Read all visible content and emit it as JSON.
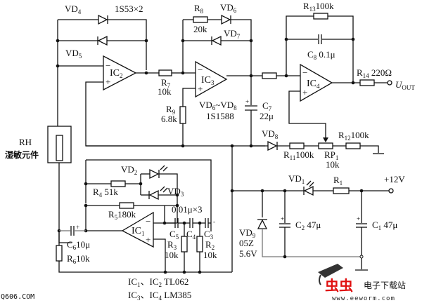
{
  "diagram": {
    "title": "Humidity sensor circuit",
    "components": {
      "vd4": {
        "name": "VD",
        "sub": "4",
        "value": "1S53×2"
      },
      "vd5": {
        "name": "VD",
        "sub": "5"
      },
      "ic2": {
        "name": "IC",
        "sub": "2"
      },
      "r7": {
        "name": "R",
        "sub": "7",
        "value": "10k"
      },
      "r8": {
        "name": "R",
        "sub": "8",
        "value": "20k"
      },
      "vd6": {
        "name": "VD",
        "sub": "6"
      },
      "vd7": {
        "name": "VD",
        "sub": "7"
      },
      "ic3": {
        "name": "IC",
        "sub": "3"
      },
      "r9": {
        "name": "R",
        "sub": "9",
        "value": "6.8k"
      },
      "vd_range": {
        "a": "VD",
        "a_sub": "6",
        "sep": "~VD",
        "b_sub": "8",
        "part": "1S1588"
      },
      "c7": {
        "name": "C",
        "sub": "7",
        "value": "22μ"
      },
      "r13": {
        "name": "R",
        "sub": "13",
        "value": "100k"
      },
      "c8": {
        "name": "C",
        "sub": "8",
        "value": "0.1μ"
      },
      "ic4": {
        "name": "IC",
        "sub": "4"
      },
      "r14": {
        "name": "R",
        "sub": "14",
        "value": "220Ω"
      },
      "uout": {
        "name": "U",
        "sub": "OUT"
      },
      "vd8": {
        "name": "VD",
        "sub": "8"
      },
      "r11": {
        "name": "R",
        "sub": "11",
        "value": "100k"
      },
      "rp1": {
        "name": "RP",
        "sub": "1",
        "value": "10k"
      },
      "r12": {
        "name": "R",
        "sub": "12",
        "value": "100k"
      },
      "rh": {
        "name": "RH",
        "desc": "湿敏元件"
      },
      "vd2": {
        "name": "VD",
        "sub": "2"
      },
      "vd3": {
        "name": "VD",
        "sub": "3"
      },
      "r4": {
        "name": "R",
        "sub": "4",
        "value": "51k"
      },
      "r5": {
        "name": "R",
        "sub": "5",
        "value": "180k"
      },
      "caps": {
        "value": "0.01μ×3"
      },
      "ic1": {
        "name": "IC",
        "sub": "1"
      },
      "c5": {
        "name": "C",
        "sub": "5"
      },
      "c4": {
        "name": "C",
        "sub": "4"
      },
      "c3": {
        "name": "C",
        "sub": "3"
      },
      "r3": {
        "name": "R",
        "sub": "3",
        "value": "10k"
      },
      "r2": {
        "name": "R",
        "sub": "2",
        "value": "10k"
      },
      "c6": {
        "name": "C",
        "sub": "6",
        "value": "10μ"
      },
      "r6": {
        "name": "R",
        "sub": "6",
        "value": "10k"
      },
      "vd1": {
        "name": "VD",
        "sub": "1"
      },
      "r1": {
        "name": "R",
        "sub": "1"
      },
      "supply": {
        "label": "+12V"
      },
      "vd9": {
        "name": "VD",
        "sub": "9",
        "part": "05Z",
        "voltage": "5.6V"
      },
      "c2": {
        "name": "C",
        "sub": "2",
        "value": "47μ"
      },
      "c1": {
        "name": "C",
        "sub": "1",
        "value": "47μ"
      }
    },
    "notes": {
      "line1": {
        "a": "IC",
        "a_sub": "1",
        "sep": "、IC",
        "b_sub": "2",
        "part": " TL062"
      },
      "line2": {
        "a": "IC",
        "a_sub": "3",
        "sep": "、IC",
        "b_sub": "4",
        "part": " LM385"
      }
    },
    "watermarks": {
      "left": "Q606.COM",
      "brand_red": "虫虫",
      "brand_cn": "电子下载站",
      "brand_url": "www.eeworm.com"
    }
  }
}
